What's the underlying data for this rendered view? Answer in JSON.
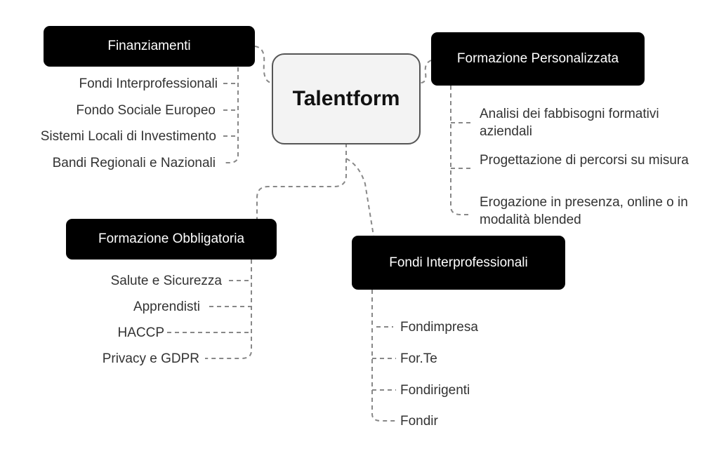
{
  "central": {
    "label": "Talentform"
  },
  "finanziamenti": {
    "label": "Finanziamenti",
    "items": [
      "Fondi Interprofessionali",
      "Fondo Sociale Europeo",
      "Sistemi Locali di Investimento",
      "Bandi Regionali e Nazionali"
    ]
  },
  "personalizzata": {
    "label": "Formazione Personalizzata",
    "items": [
      "Analisi dei fabbisogni formativi aziendali",
      "Progettazione di percorsi su misura",
      "Erogazione in presenza, online o in modalità blended"
    ]
  },
  "obbligatoria": {
    "label": "Formazione Obbligatoria",
    "items": [
      "Salute e Sicurezza",
      "Apprendisti",
      "HACCP",
      "Privacy e GDPR"
    ]
  },
  "fondi": {
    "label": "Fondi Interprofessionali",
    "items": [
      "Fondimpresa",
      "For.Te",
      "Fondirigenti",
      "Fondir"
    ]
  },
  "colors": {
    "node": "#000000",
    "node_text": "#ffffff",
    "connector": "#888888",
    "center_fill": "#f3f3f3",
    "center_border": "#555555"
  }
}
